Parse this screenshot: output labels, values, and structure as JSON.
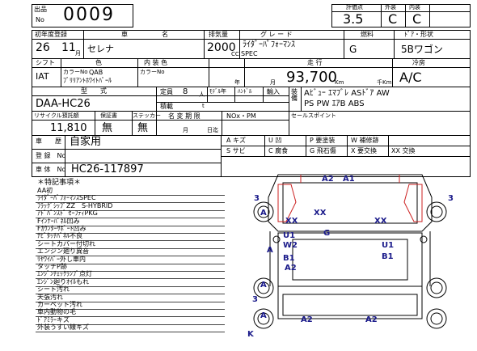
{
  "header": {
    "lot_label_top": "出品",
    "lot_label_bottom": "No",
    "lot_number": "0009",
    "score_label": "評価点",
    "score": "3.5",
    "exterior_label": "外装",
    "exterior": "C",
    "interior_label": "内装",
    "interior": "C"
  },
  "row1": {
    "first_reg_label": "初年度登録",
    "vehicle_name_label_a": "車",
    "vehicle_name_label_b": "名",
    "displacement_label": "排気量",
    "grade_label": "グ レ ー ド",
    "fuel_label": "燃料",
    "door_shape_label": "ﾄﾞｱ・形状",
    "year": "26",
    "month": "11",
    "month_unit": "月",
    "vehicle_name": "セレナ",
    "displacement": "2000",
    "cc_unit": "CC",
    "grade_line1": "ﾗｲﾀﾞｰﾊﾟﾌｫｰﾏﾝｽ",
    "grade_line2": "SPEC",
    "fuel": "G",
    "door_shape": "5Bワゴン"
  },
  "row2": {
    "shift_label": "シフト",
    "color_label": "色",
    "interior_color_label": "内 装 色",
    "mileage_label": "走 行",
    "ac_label": "冷房",
    "shift": "IAT",
    "color_no_label": "カラーNo",
    "color_no": "QAB",
    "color_name": "ﾌﾞﾘﾘｱﾝﾄﾎﾜｲﾄﾊﾟｰﾙ",
    "interior_color_no_label": "カラーNo",
    "year_unit": "年",
    "month_unit": "月",
    "mileage": "93,700",
    "km_unit": "Km",
    "kkm_unit": "千Km",
    "ac": "A/C"
  },
  "row3": {
    "model_label": "型　　式",
    "capacity_label": "定員",
    "capacity": "8",
    "capacity_unit": "人",
    "model_change_label": "ﾓﾃﾞﾙ年",
    "handle_label": "ﾊﾝﾄﾞﾙ",
    "import_label": "輸入",
    "equip_label": "装備",
    "load_label": "積載",
    "load_unit": "t",
    "model_code": "DAA-HC26",
    "equipment_line1": "Aﾋﾞｭｰ ｴﾏﾌﾞﾚ ASﾄﾞｱ AW",
    "equipment_line2": "PS PW ｴｱB ABS"
  },
  "row4": {
    "recycle_label": "リサイクル預託額",
    "warranty_label": "保証書",
    "sticker_label": "ステッカー",
    "name_change_label": "名 変 期 限",
    "nox_label": "NOx・PM",
    "sales_point_label": "セールスポイント",
    "recycle_value": "11,810",
    "warranty_value": "無",
    "sticker_value": "無",
    "month_unit": "月",
    "day_unit": "日迄"
  },
  "row5": {
    "usage_label": "車　　歴",
    "usage_value": "自家用",
    "reg_no_label": "登 録　No",
    "chassis_label": "車 体　No",
    "chassis_value": "HC26-117897"
  },
  "legend": {
    "items": [
      "A キズ",
      "U 凹",
      "P 要塗装",
      "W 補修跡",
      "S サビ",
      "C 腐食",
      "G 飛石傷",
      "X 要交換",
      "XX 交換"
    ]
  },
  "features": {
    "title": "＊特記事項＊",
    "items": [
      "AA初",
      "ﾗｲﾀﾞｰﾊﾟﾌｫｰﾏﾝｽSPEC",
      "ﾌﾗｯｸﾞｼｯﾌﾟZZ　S-HYBRID",
      "ｱﾄﾞﾊﾞﾝｽﾄﾞ ｾｰﾌﾃｨPKG",
      "Fｲﾝﾅｰﾊﾟﾈﾙ凹み",
      "Fｶｳﾝﾀｰｻﾎﾟｰﾄ凹み",
      "ﾅﾋﾞﾀｯﾁﾊﾟﾈﾙ不良",
      "シートカバー付切れ",
      "エンジン廻り異音",
      "ﾘﾔﾜｲﾊﾟｰ外し車内",
      "タッチP跡",
      "ｴﾝｼﾞﾝﾁｪｯｸﾗﾝﾌﾟ点灯",
      "ｴﾝｼﾞﾝ廻りｵｲﾙもれ",
      "シート汚れ",
      "天張汚れ",
      "カーペット汚れ",
      "車内動物の毛",
      "ﾄﾞｱﾐﾗｰキズ",
      "外装うすい線キズ"
    ]
  },
  "diagram": {
    "marks": [
      "A2",
      "A1",
      "3",
      "3",
      "A",
      "XX",
      "XX",
      "XX",
      "U1",
      "G",
      "W2",
      "A",
      "B1",
      "A2",
      "U1",
      "B1",
      "A",
      "A",
      "3",
      "A2",
      "A2",
      "K"
    ]
  }
}
